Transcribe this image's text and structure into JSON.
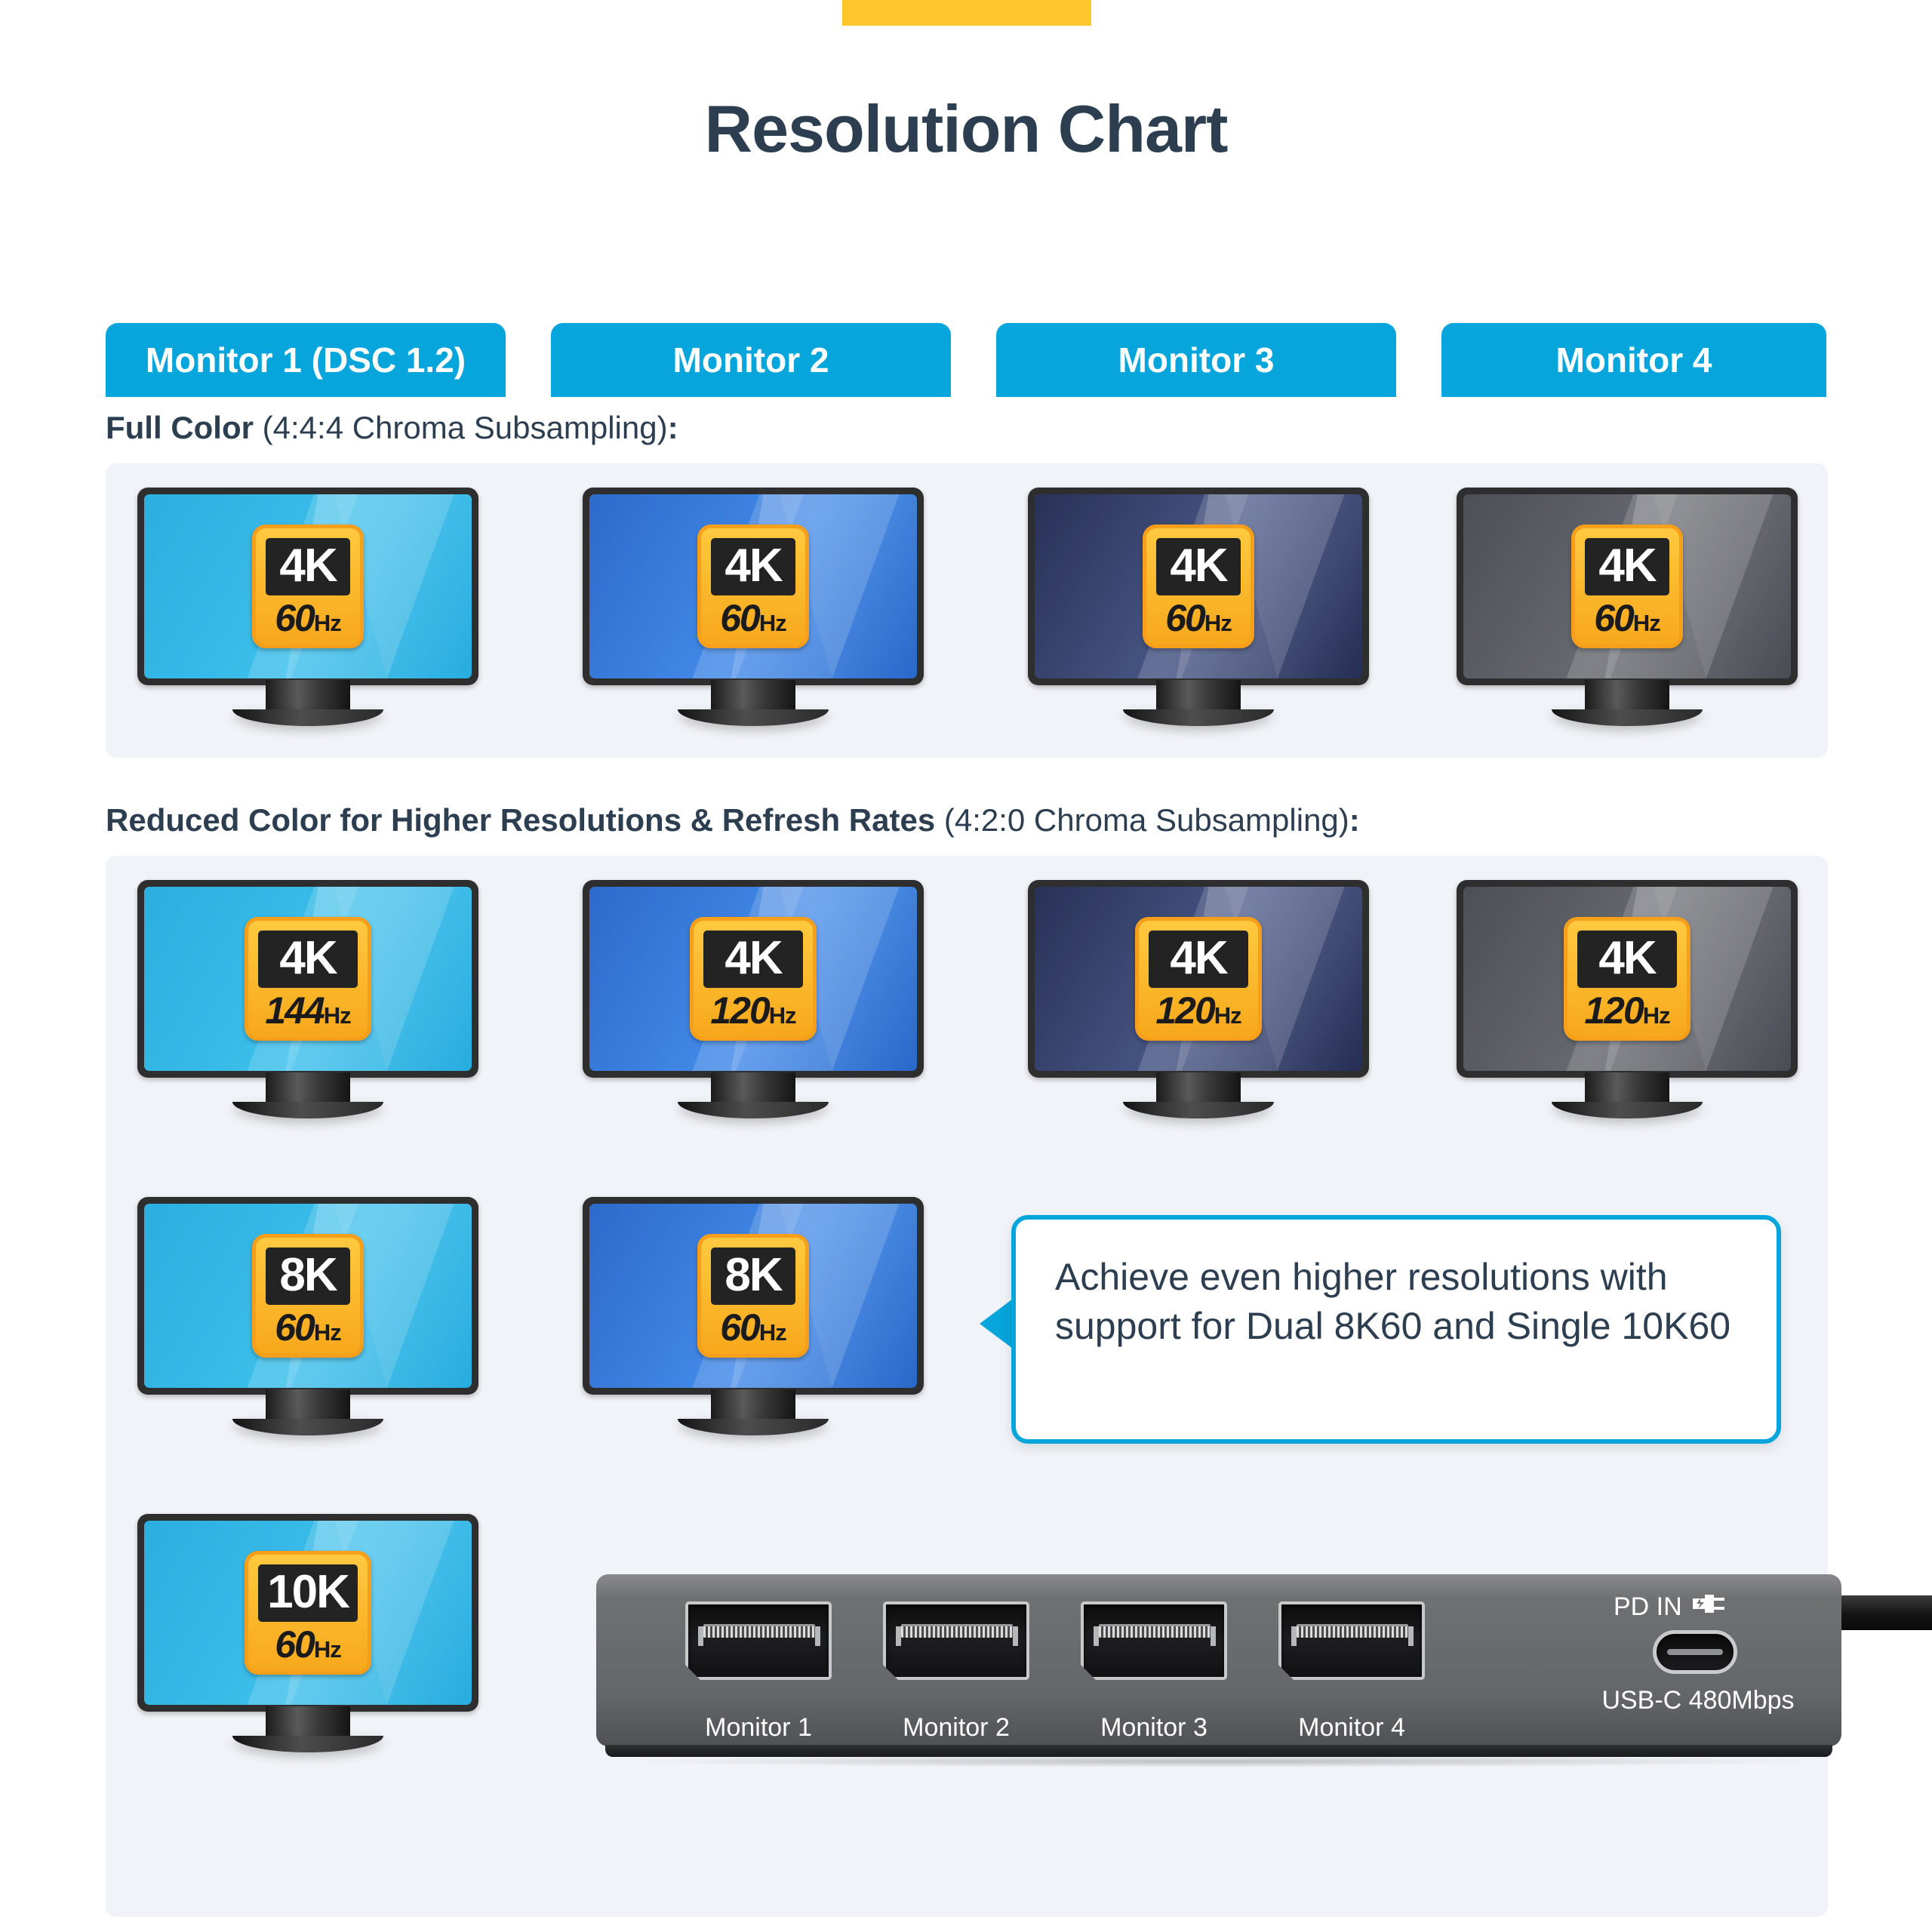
{
  "theme": {
    "accent_yellow": "#FFC72C",
    "brand_blue": "#06A5DC",
    "ink": "#2C3E50",
    "panel_bg": "#F0F3F7",
    "badge_yellow": "#F7A81B"
  },
  "header": {
    "title": "Resolution Chart"
  },
  "tabs": [
    {
      "label": "Monitor 1 (DSC 1.2)"
    },
    {
      "label": "Monitor 2"
    },
    {
      "label": "Monitor 3"
    },
    {
      "label": "Monitor 4"
    }
  ],
  "sections": [
    {
      "label_bold": "Full Color",
      "label_normal": " (4:4:4 Chroma Subsampling)",
      "label_colon": ":"
    },
    {
      "label_bold": "Reduced Color for Higher Resolutions & Refresh Rates",
      "label_normal": "  (4:2:0 Chroma Subsampling)",
      "label_colon": ":"
    }
  ],
  "chart_data": {
    "type": "table",
    "title": "Resolution Chart",
    "columns": [
      "Monitor 1 (DSC 1.2)",
      "Monitor 2",
      "Monitor 3",
      "Monitor 4"
    ],
    "rows": [
      {
        "mode": "Full Color (4:4:4 Chroma Subsampling)",
        "cells": [
          {
            "resolution": "4K",
            "refresh": "60",
            "unit": "Hz",
            "screen_color": "#0FA3DC"
          },
          {
            "resolution": "4K",
            "refresh": "60",
            "unit": "Hz",
            "screen_color": "#1464CE"
          },
          {
            "resolution": "4K",
            "refresh": "60",
            "unit": "Hz",
            "screen_color": "#101F52"
          },
          {
            "resolution": "4K",
            "refresh": "60",
            "unit": "Hz",
            "screen_color": "#3C4148"
          }
        ]
      },
      {
        "mode": "Reduced Color (4:2:0 Chroma Subsampling)",
        "cells": [
          {
            "resolution": "4K",
            "refresh": "144",
            "unit": "Hz",
            "screen_color": "#0FA3DC"
          },
          {
            "resolution": "4K",
            "refresh": "120",
            "unit": "Hz",
            "screen_color": "#1464CE"
          },
          {
            "resolution": "4K",
            "refresh": "120",
            "unit": "Hz",
            "screen_color": "#101F52"
          },
          {
            "resolution": "4K",
            "refresh": "120",
            "unit": "Hz",
            "screen_color": "#3C4148"
          }
        ]
      },
      {
        "mode": "Reduced Color (4:2:0 Chroma Subsampling)",
        "cells": [
          {
            "resolution": "8K",
            "refresh": "60",
            "unit": "Hz",
            "screen_color": "#0FA3DC"
          },
          {
            "resolution": "8K",
            "refresh": "60",
            "unit": "Hz",
            "screen_color": "#1464CE"
          }
        ]
      },
      {
        "mode": "Reduced Color (4:2:0 Chroma Subsampling)",
        "cells": [
          {
            "resolution": "10K",
            "refresh": "60",
            "unit": "Hz",
            "screen_color": "#0FA3DC"
          }
        ]
      }
    ]
  },
  "monitors": {
    "full_color": [
      {
        "res": "4K",
        "rate": "60",
        "unit": "Hz"
      },
      {
        "res": "4K",
        "rate": "60",
        "unit": "Hz"
      },
      {
        "res": "4K",
        "rate": "60",
        "unit": "Hz"
      },
      {
        "res": "4K",
        "rate": "60",
        "unit": "Hz"
      }
    ],
    "reduced_row1": [
      {
        "res": "4K",
        "rate": "144",
        "unit": "Hz"
      },
      {
        "res": "4K",
        "rate": "120",
        "unit": "Hz"
      },
      {
        "res": "4K",
        "rate": "120",
        "unit": "Hz"
      },
      {
        "res": "4K",
        "rate": "120",
        "unit": "Hz"
      }
    ],
    "reduced_row2": [
      {
        "res": "8K",
        "rate": "60",
        "unit": "Hz"
      },
      {
        "res": "8K",
        "rate": "60",
        "unit": "Hz"
      }
    ],
    "reduced_row3": [
      {
        "res": "10K",
        "rate": "60",
        "unit": "Hz"
      }
    ]
  },
  "callout": {
    "text": "Achieve even higher resolutions with support for Dual 8K60 and Single 10K60"
  },
  "dock": {
    "ports": [
      {
        "label": "Monitor 1"
      },
      {
        "label": "Monitor 2"
      },
      {
        "label": "Monitor 3"
      },
      {
        "label": "Monitor 4"
      }
    ],
    "pd_in_label": "PD IN",
    "pd_in_icon": "power-plug-icon",
    "usbc_label": "USB-C 480Mbps"
  }
}
